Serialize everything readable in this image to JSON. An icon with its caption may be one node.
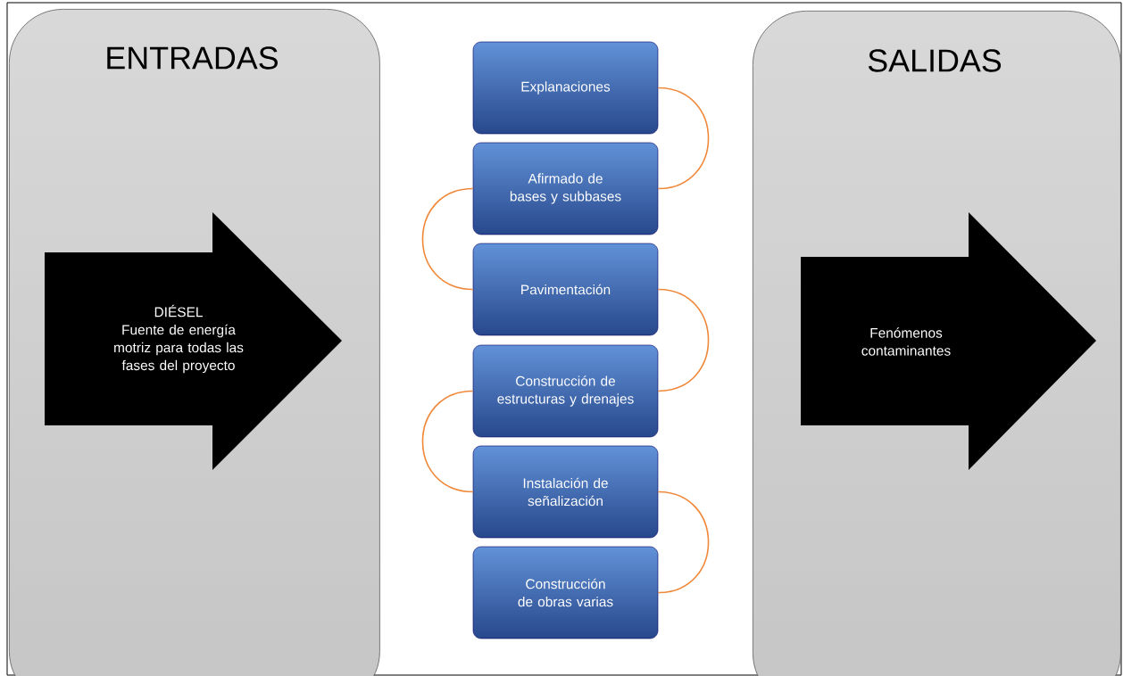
{
  "diagram": {
    "nodes": [
      {
        "text": [
          "ENTRADAS"
        ]
      },
      {
        "text": [
          "DIÉSEL",
          "Fuente de energía motriz para todas las fases del proyecto"
        ],
        "in": 0
      },
      {
        "text": [
          "Explanaciones"
        ]
      },
      {
        "text": [
          "Afirmado de bases y subbases"
        ]
      },
      {
        "text": [
          "Pavimentación"
        ]
      },
      {
        "text": [
          "Construcción de estructuras y drenajes"
        ]
      },
      {
        "text": [
          "Instalación de señalización"
        ]
      },
      {
        "text": [
          "Construcción de obras varias"
        ]
      },
      {
        "text": [
          "SALIDAS"
        ]
      },
      {
        "text": [
          "Fenómenos contaminantes"
        ],
        "in": 8
      }
    ],
    "edges": [
      {
        "from": 2,
        "to": 3,
        "arrow": "none"
      },
      {
        "from": 3,
        "to": 4,
        "arrow": "none"
      },
      {
        "from": 4,
        "to": 5,
        "arrow": "none"
      },
      {
        "from": 5,
        "to": 6,
        "arrow": "none"
      },
      {
        "from": 6,
        "to": 7,
        "arrow": "none"
      }
    ]
  }
}
